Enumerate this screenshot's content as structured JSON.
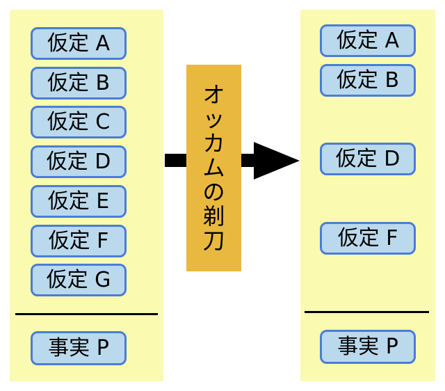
{
  "razor": {
    "label": "オッカムの剃刀",
    "chars": [
      "オ",
      "ッ",
      "カ",
      "ム",
      "の",
      "剃",
      "刀"
    ],
    "bg": "#E9B83E"
  },
  "left_panel": {
    "hypotheses": [
      {
        "label": "仮定 A",
        "slot": 0
      },
      {
        "label": "仮定 B",
        "slot": 1
      },
      {
        "label": "仮定 C",
        "slot": 2
      },
      {
        "label": "仮定 D",
        "slot": 3
      },
      {
        "label": "仮定 E",
        "slot": 4
      },
      {
        "label": "仮定 F",
        "slot": 5
      },
      {
        "label": "仮定 G",
        "slot": 6
      }
    ],
    "fact": {
      "label": "事実 P"
    }
  },
  "right_panel": {
    "hypotheses": [
      {
        "label": "仮定 A",
        "slot": 0
      },
      {
        "label": "仮定 B",
        "slot": 1
      },
      {
        "label": "仮定 D",
        "slot": 3
      },
      {
        "label": "仮定 F",
        "slot": 5
      }
    ],
    "fact": {
      "label": "事実 P"
    }
  },
  "colors": {
    "panel_bg": "#FAFAB0",
    "box_fill": "#BBD9EC",
    "box_border": "#4A7CD9",
    "razor_bg": "#E9B83E",
    "arrow": "#000000",
    "text": "#000000"
  }
}
